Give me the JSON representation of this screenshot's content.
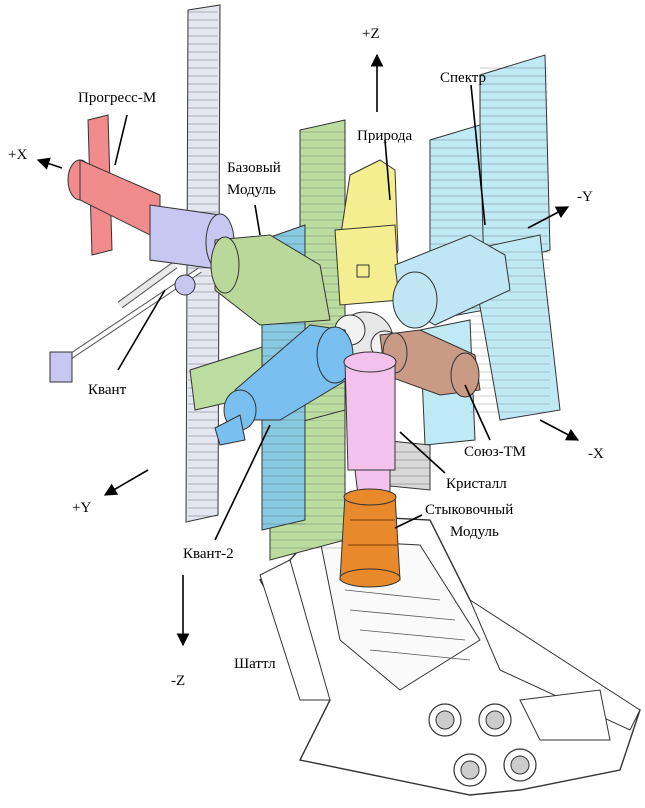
{
  "labels": {
    "progress_m": "Прогресс-М",
    "base_module_line1": "Базовый",
    "base_module_line2": "Модуль",
    "kvant": "Квант",
    "priroda": "Природа",
    "spektr": "Спектр",
    "soyuz_tm": "Союз-ТМ",
    "kristall": "Кристалл",
    "docking_line1": "Стыковочный",
    "docking_line2": "Модуль",
    "kvant2": "Квант-2",
    "shuttle": "Шаттл"
  },
  "axes": {
    "plus_z": "+Z",
    "minus_z": "-Z",
    "plus_x": "+X",
    "minus_x": "-X",
    "plus_y": "+Y",
    "minus_y": "-Y"
  },
  "colors": {
    "progress": "#f28c8c",
    "base_module": "#b9d89a",
    "kvant_module": "#c7c7f2",
    "priroda": "#f4ee90",
    "spektr": "#bfe6f2",
    "soyuz": "#c99a84",
    "kristall": "#f2c2ec",
    "kvant2": "#79bff0",
    "docking": "#e88a2c",
    "spektr_panels": "#bfe9f5",
    "kvant2_panels": "#86c9e0",
    "green_panels": "#bcdda0",
    "shuttle": "#ffffff"
  }
}
